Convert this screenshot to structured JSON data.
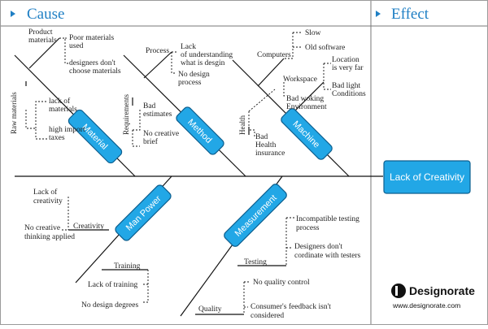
{
  "header": {
    "cause_title": "Cause",
    "effect_title": "Effect"
  },
  "effect": {
    "label": "Lack of Creativity"
  },
  "categories": {
    "material": {
      "label": "Material",
      "product_materials": "Product\nmaterials",
      "poor_materials": "Poor materials\nused",
      "designers_dont_choose": "designers don't\nchoose materials",
      "raw_materials": "Raw materials",
      "lack_of_materials": "lack of\nmaterials",
      "high_import_taxes": "high import\ntaxes"
    },
    "method": {
      "label": "Method",
      "process": "Process",
      "lack_understanding": "Lack\nof understanding\nwhat is desgin",
      "no_design_process": "No design\nprocess",
      "requirements": "Requirements",
      "bad_estimates": "Bad\nestimates",
      "no_creative_brief": "No creative\nbrief"
    },
    "machine": {
      "label": "Machine",
      "slow": "Slow",
      "old_software": "Old software",
      "computers": "Computers",
      "location_far": "Location\nis very far",
      "workspace": "Workspace",
      "bad_light": "Bad light\nConditions",
      "bad_working_env": "Bad woking\nEnvironment",
      "health": "Health",
      "bad_health_insurance": "Bad\nHealth\ninsurance"
    },
    "manpower": {
      "label": "Man Power",
      "lack_of_creativity": "Lack of\ncreativity",
      "no_creative_thinking": "No creative\nthinking applied",
      "creativity": "Creativity",
      "training": "Training",
      "lack_of_training": "Lack of training",
      "no_design_degrees": "No design degrees"
    },
    "measurement": {
      "label": "Measurement",
      "incompatible_testing": "Incompatible testing\nprocess",
      "designers_dont_coordinate": "Designers don't\ncordinate with testers",
      "testing": "Testing",
      "no_quality_control": "No quality control",
      "quality": "Quality",
      "consumer_feedback": "Consumer's feedback isn't\nconsidered"
    }
  },
  "brand": {
    "name": "Designorate",
    "url": "www.designorate.com"
  },
  "colors": {
    "accent": "#1f7fc4",
    "pill_fill": "#22a7e6",
    "pill_border": "#0d5f8f"
  }
}
